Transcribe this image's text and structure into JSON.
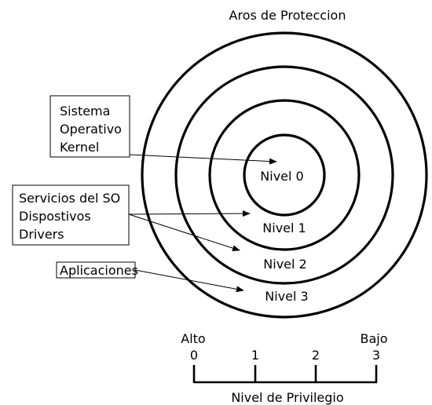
{
  "diagram": {
    "title": "Aros de Proteccion",
    "levels": [
      "Nivel 0",
      "Nivel 1",
      "Nivel 2",
      "Nivel 3"
    ],
    "callouts": {
      "kernel": [
        "Sistema",
        "Operativo",
        "Kernel"
      ],
      "services": [
        "Servicios del SO",
        "Dispostivos",
        "Drivers"
      ],
      "apps": [
        "Aplicaciones"
      ]
    },
    "scale": {
      "high_label": "Alto",
      "low_label": "Bajo",
      "ticks": [
        "0",
        "1",
        "2",
        "3"
      ],
      "caption": "Nivel de Privilegio"
    }
  }
}
